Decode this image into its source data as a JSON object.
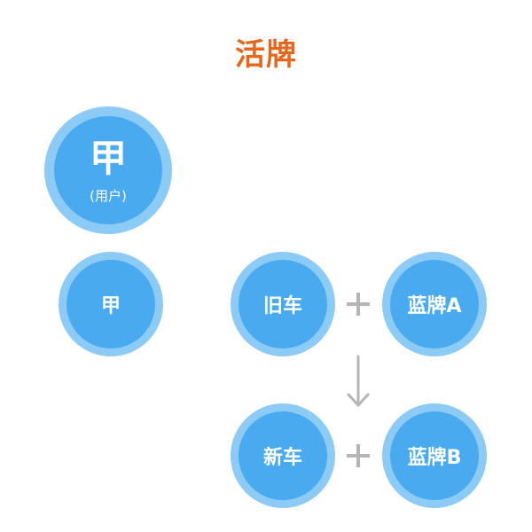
{
  "title": "活牌",
  "user_circle": {
    "main": "甲",
    "sub": "(用户)"
  },
  "nodes": {
    "jia": "甲",
    "old_car": "旧车",
    "blue_plate_a": "蓝牌A",
    "new_car": "新车",
    "blue_plate_b": "蓝牌B"
  },
  "colors": {
    "title": "#e8661c",
    "circle_outer": "#8dcbf7",
    "circle_inner": "#4aaaf0",
    "connector": "#b5b5b5"
  },
  "icons": {
    "plus": "plus-icon",
    "arrow": "arrow-down-icon"
  }
}
